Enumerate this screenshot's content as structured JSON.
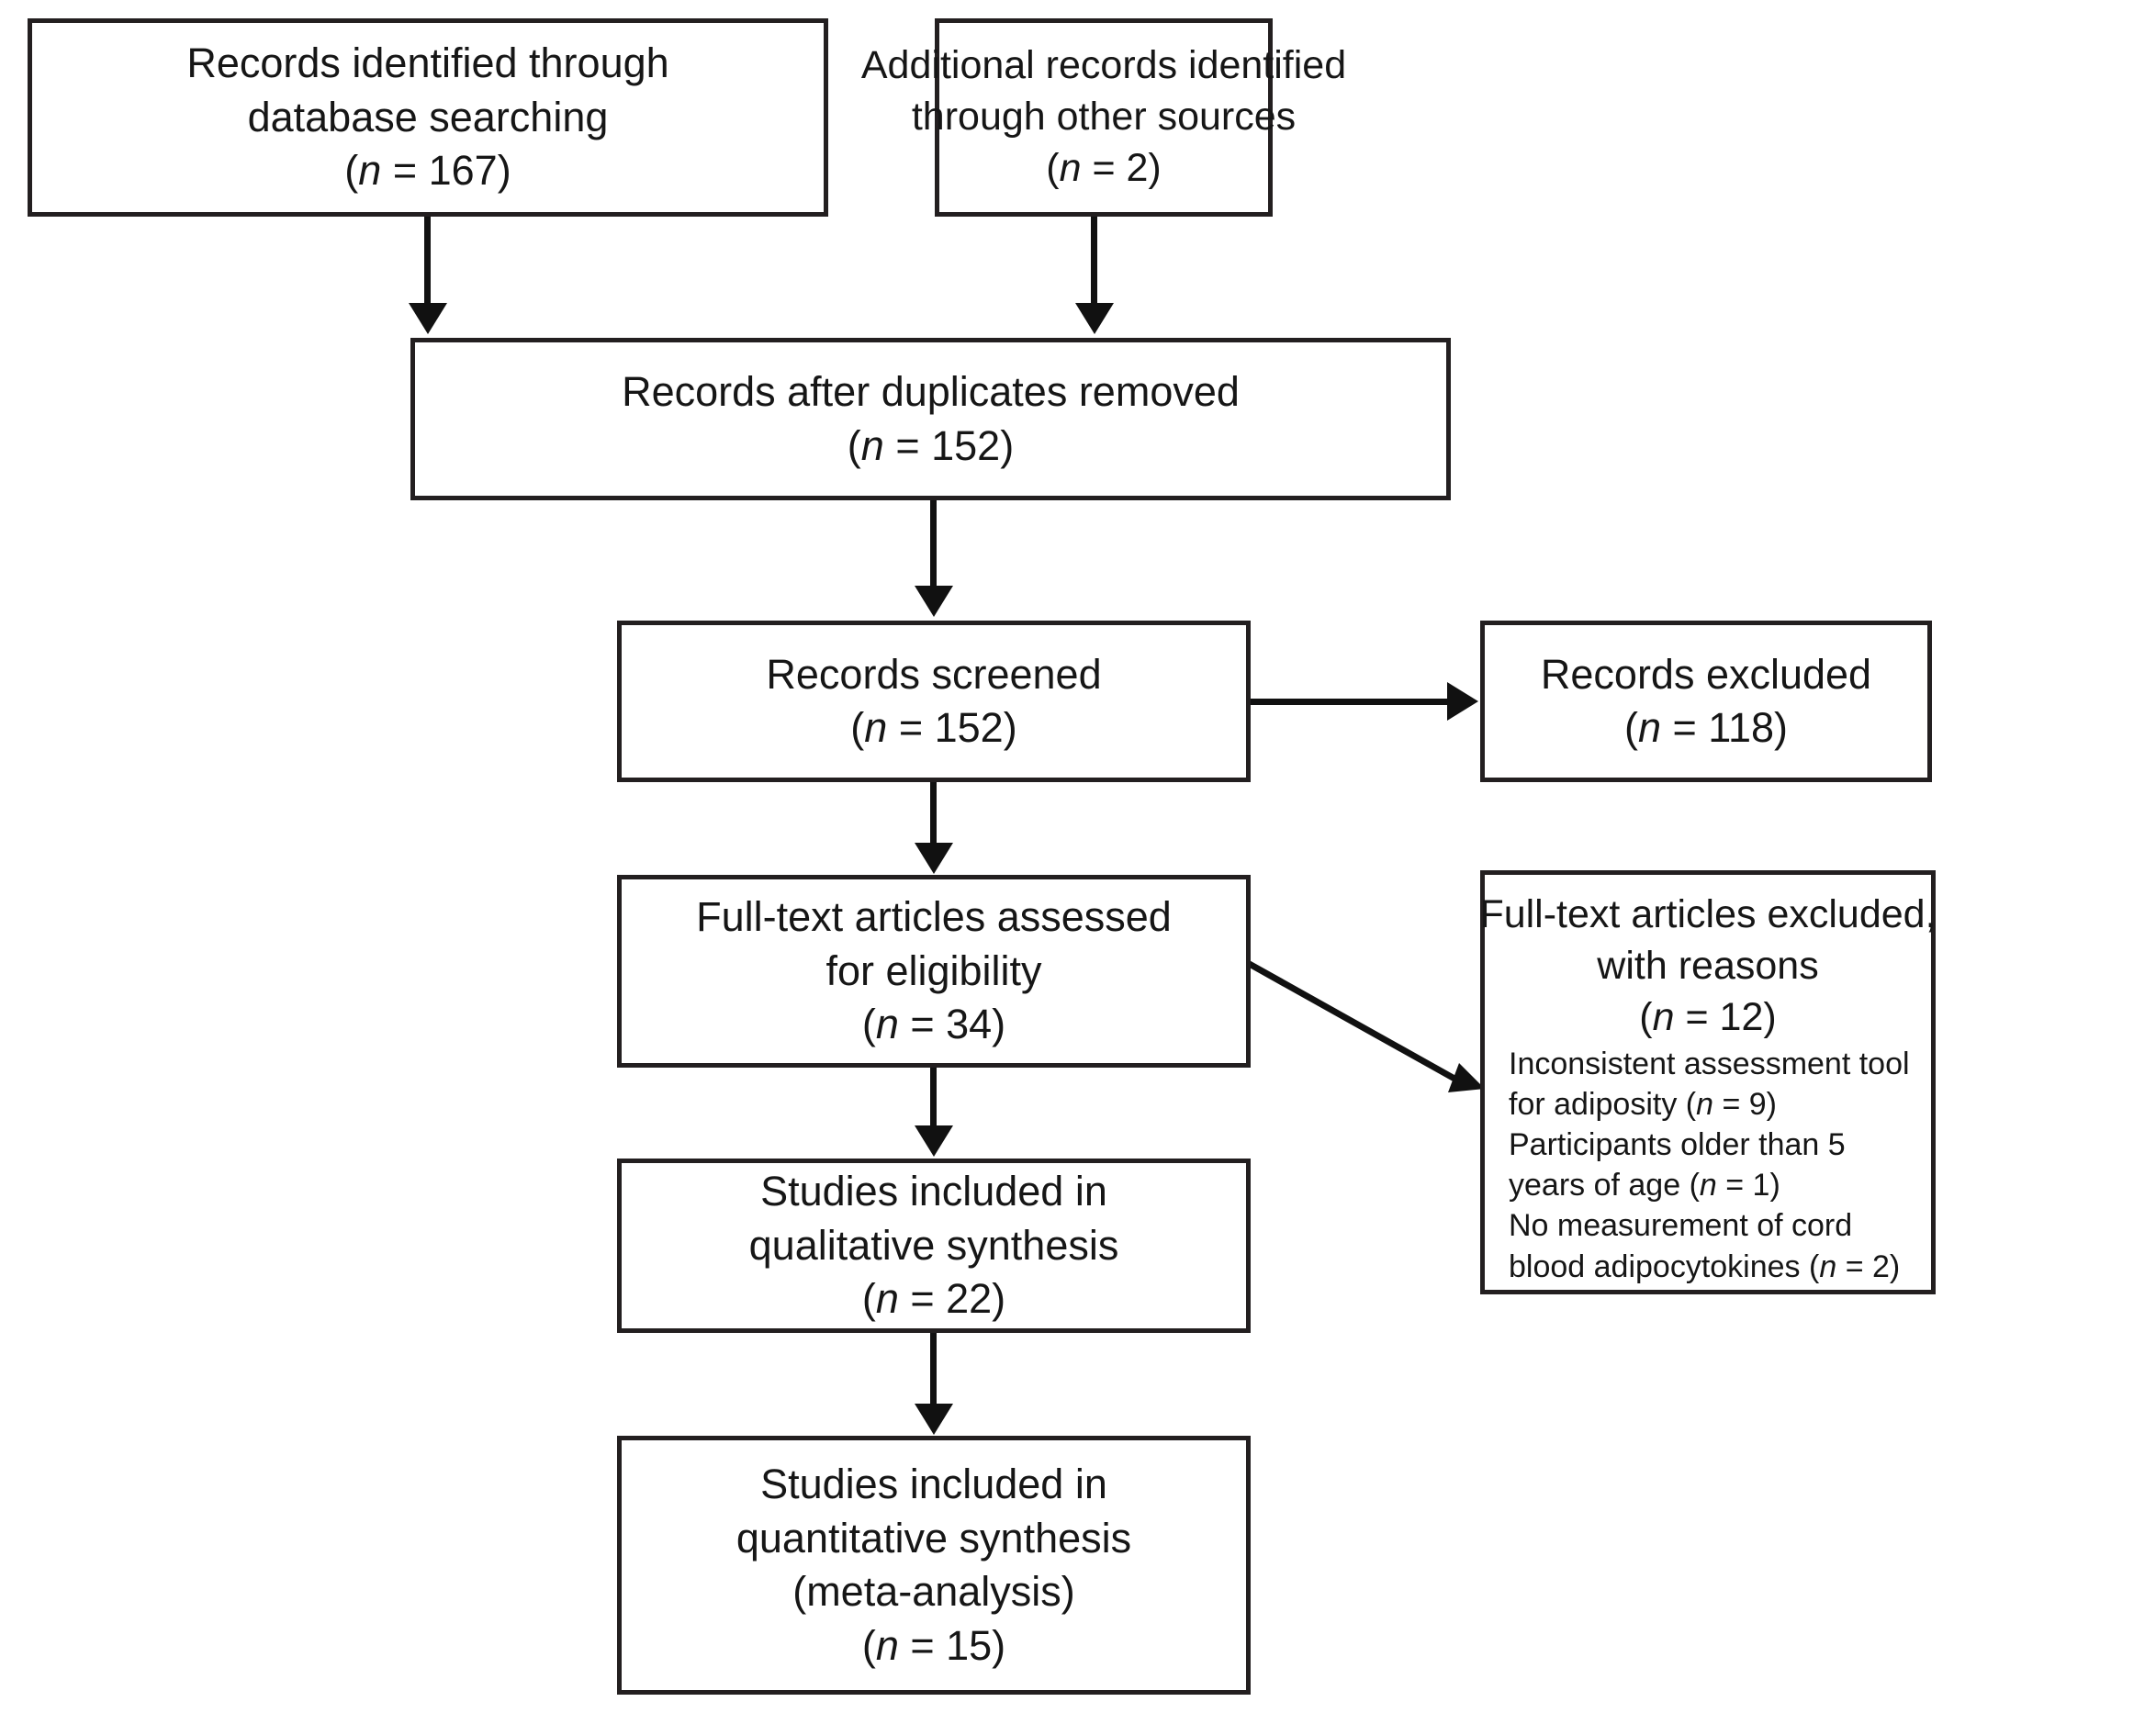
{
  "diagram": {
    "title": "PRISMA study selection flow diagram",
    "colors": {
      "box_border": "#231f20",
      "connector": "#111111",
      "text": "#161616",
      "background": "#ffffff"
    }
  },
  "nodes": {
    "db_records": {
      "line1": "Records identified through",
      "line2": "database searching",
      "count_open": "(",
      "count_n": "n",
      "count_eq": " = 167)"
    },
    "other_records": {
      "line1": "Additional records identified",
      "line2": "through other sources",
      "count_open": "(",
      "count_n": "n",
      "count_eq": " = 2)"
    },
    "dedup": {
      "line1": "Records after duplicates removed",
      "count_open": "(",
      "count_n": "n",
      "count_eq": " = 152)"
    },
    "screened": {
      "line1": "Records screened",
      "count_open": "(",
      "count_n": "n",
      "count_eq": " = 152)"
    },
    "excluded": {
      "line1": "Records excluded",
      "count_open": "(",
      "count_n": "n",
      "count_eq": " = 118)"
    },
    "fulltext": {
      "line1": "Full-text articles assessed",
      "line2": "for eligibility",
      "count_open": "(",
      "count_n": "n",
      "count_eq": " = 34)"
    },
    "fulltext_excluded": {
      "line1": "Full-text articles excluded,",
      "line2": "with reasons",
      "count_open": "(",
      "count_n": "n",
      "count_eq": " = 12)",
      "reasons": [
        {
          "text_before": "Inconsistent assessment tool for adiposity (",
          "n": "n",
          "text_after": " = 9)"
        },
        {
          "text_before": "Participants older than 5 years of age (",
          "n": "n",
          "text_after": " = 1)"
        },
        {
          "text_before": "No measurement of cord blood adipocytokines (",
          "n": "n",
          "text_after": " = 2)"
        }
      ]
    },
    "qualitative": {
      "line1": "Studies included in",
      "line2": "qualitative synthesis",
      "count_open": "(",
      "count_n": "n",
      "count_eq": " = 22)"
    },
    "quantitative": {
      "line1": "Studies included in",
      "line2": "quantitative synthesis",
      "line3": "(meta-analysis)",
      "count_open": "(",
      "count_n": "n",
      "count_eq": " = 15)"
    }
  },
  "chart_data": {
    "type": "diagram",
    "title": "PRISMA flow diagram",
    "stages": [
      {
        "label": "Records identified through database searching",
        "n": 167
      },
      {
        "label": "Additional records identified through other sources",
        "n": 2
      },
      {
        "label": "Records after duplicates removed",
        "n": 152
      },
      {
        "label": "Records screened",
        "n": 152
      },
      {
        "label": "Records excluded",
        "n": 118
      },
      {
        "label": "Full-text articles assessed for eligibility",
        "n": 34
      },
      {
        "label": "Full-text articles excluded, with reasons",
        "n": 12
      },
      {
        "label": "Studies included in qualitative synthesis",
        "n": 22
      },
      {
        "label": "Studies included in quantitative synthesis (meta-analysis)",
        "n": 15
      }
    ],
    "exclusion_reasons": [
      {
        "reason": "Inconsistent assessment tool for adiposity",
        "n": 9
      },
      {
        "reason": "Participants older than 5 years of age",
        "n": 1
      },
      {
        "reason": "No measurement of cord blood adipocytokines",
        "n": 2
      }
    ],
    "edges": [
      {
        "from": "Records identified through database searching",
        "to": "Records after duplicates removed"
      },
      {
        "from": "Additional records identified through other sources",
        "to": "Records after duplicates removed"
      },
      {
        "from": "Records after duplicates removed",
        "to": "Records screened"
      },
      {
        "from": "Records screened",
        "to": "Records excluded"
      },
      {
        "from": "Records screened",
        "to": "Full-text articles assessed for eligibility"
      },
      {
        "from": "Full-text articles assessed for eligibility",
        "to": "Full-text articles excluded, with reasons"
      },
      {
        "from": "Full-text articles assessed for eligibility",
        "to": "Studies included in qualitative synthesis"
      },
      {
        "from": "Studies included in qualitative synthesis",
        "to": "Studies included in quantitative synthesis (meta-analysis)"
      }
    ]
  }
}
